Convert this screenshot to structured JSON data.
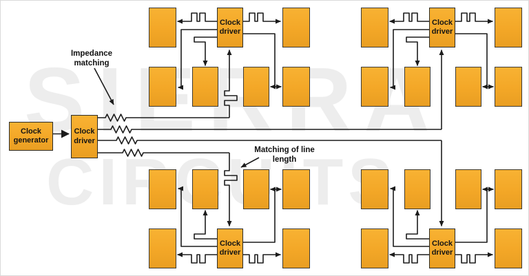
{
  "watermark": {
    "line1": "SIERRA",
    "line2": "CIRCUITS"
  },
  "boxes": {
    "clock_generator": "Clock generator",
    "clock_driver": "Clock driver"
  },
  "annotations": {
    "impedance_matching": "Impedance matching",
    "line_length_matching": "Matching of line length"
  },
  "colors": {
    "background": "#ffffff",
    "block_fill": "#f3a727",
    "block_border": "#3d3a33",
    "wire": "#1c1c1c",
    "watermark": "#ededed"
  },
  "diagram": {
    "clusters": 4,
    "blocks_per_cluster": 6,
    "clock_driver_count": 5,
    "bus_lines": 4,
    "termination_resistors": 4,
    "serpentine_matches": 2
  }
}
